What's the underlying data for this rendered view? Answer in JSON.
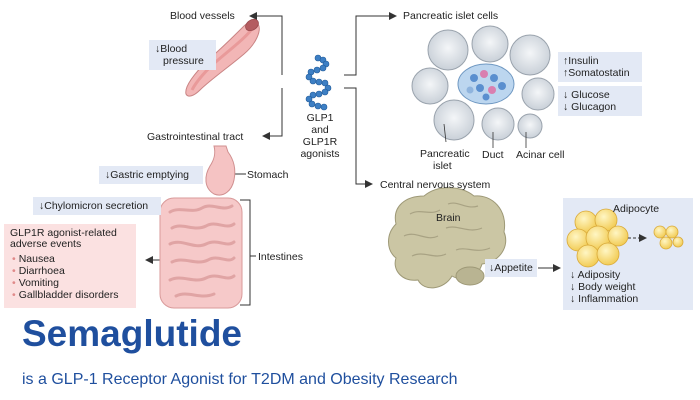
{
  "labels": {
    "blood_vessels": "Blood vessels",
    "blood_pressure": [
      "↓Blood",
      "pressure"
    ],
    "pancreatic_islet_cells": "Pancreatic islet cells",
    "insulin": "↑Insulin",
    "somatostatin": "↑Somatostatin",
    "glucose": "↓ Glucose",
    "glucagon": "↓ Glucagon",
    "glp1": [
      "GLP1",
      "and",
      "GLP1R",
      "agonists"
    ],
    "gi_tract": "Gastrointestinal tract",
    "pancreatic_islet": [
      "Pancreatic",
      "islet"
    ],
    "duct": "Duct",
    "acinar_cell": "Acinar cell",
    "gastric_emptying": "↓Gastric emptying",
    "stomach": "Stomach",
    "cns": "Central nervous system",
    "chylomicron": "↓Chylomicron secretion",
    "brain": "Brain",
    "adipocyte": "Adipocyte",
    "intestines": "Intestines",
    "appetite": "↓Appetite",
    "adiposity": "↓ Adiposity",
    "body_weight": "↓ Body weight",
    "inflammation": "↓ Inflammation"
  },
  "adverse_events": {
    "title": [
      "GLP1R agonist-related",
      "adverse events"
    ],
    "items": [
      "Nausea",
      "Diarrhoea",
      "Vomiting",
      "Gallbladder disorders"
    ]
  },
  "footer": {
    "title": "Semaglutide",
    "subtitle": "is a GLP-1 Receptor Agonist for T2DM and Obesity Research"
  },
  "colors": {
    "title": "#1f4f9e",
    "box_blue": "#e3e9f5",
    "box_pink": "#fbe1e1",
    "glp1_beads": "#3d7fc4"
  }
}
